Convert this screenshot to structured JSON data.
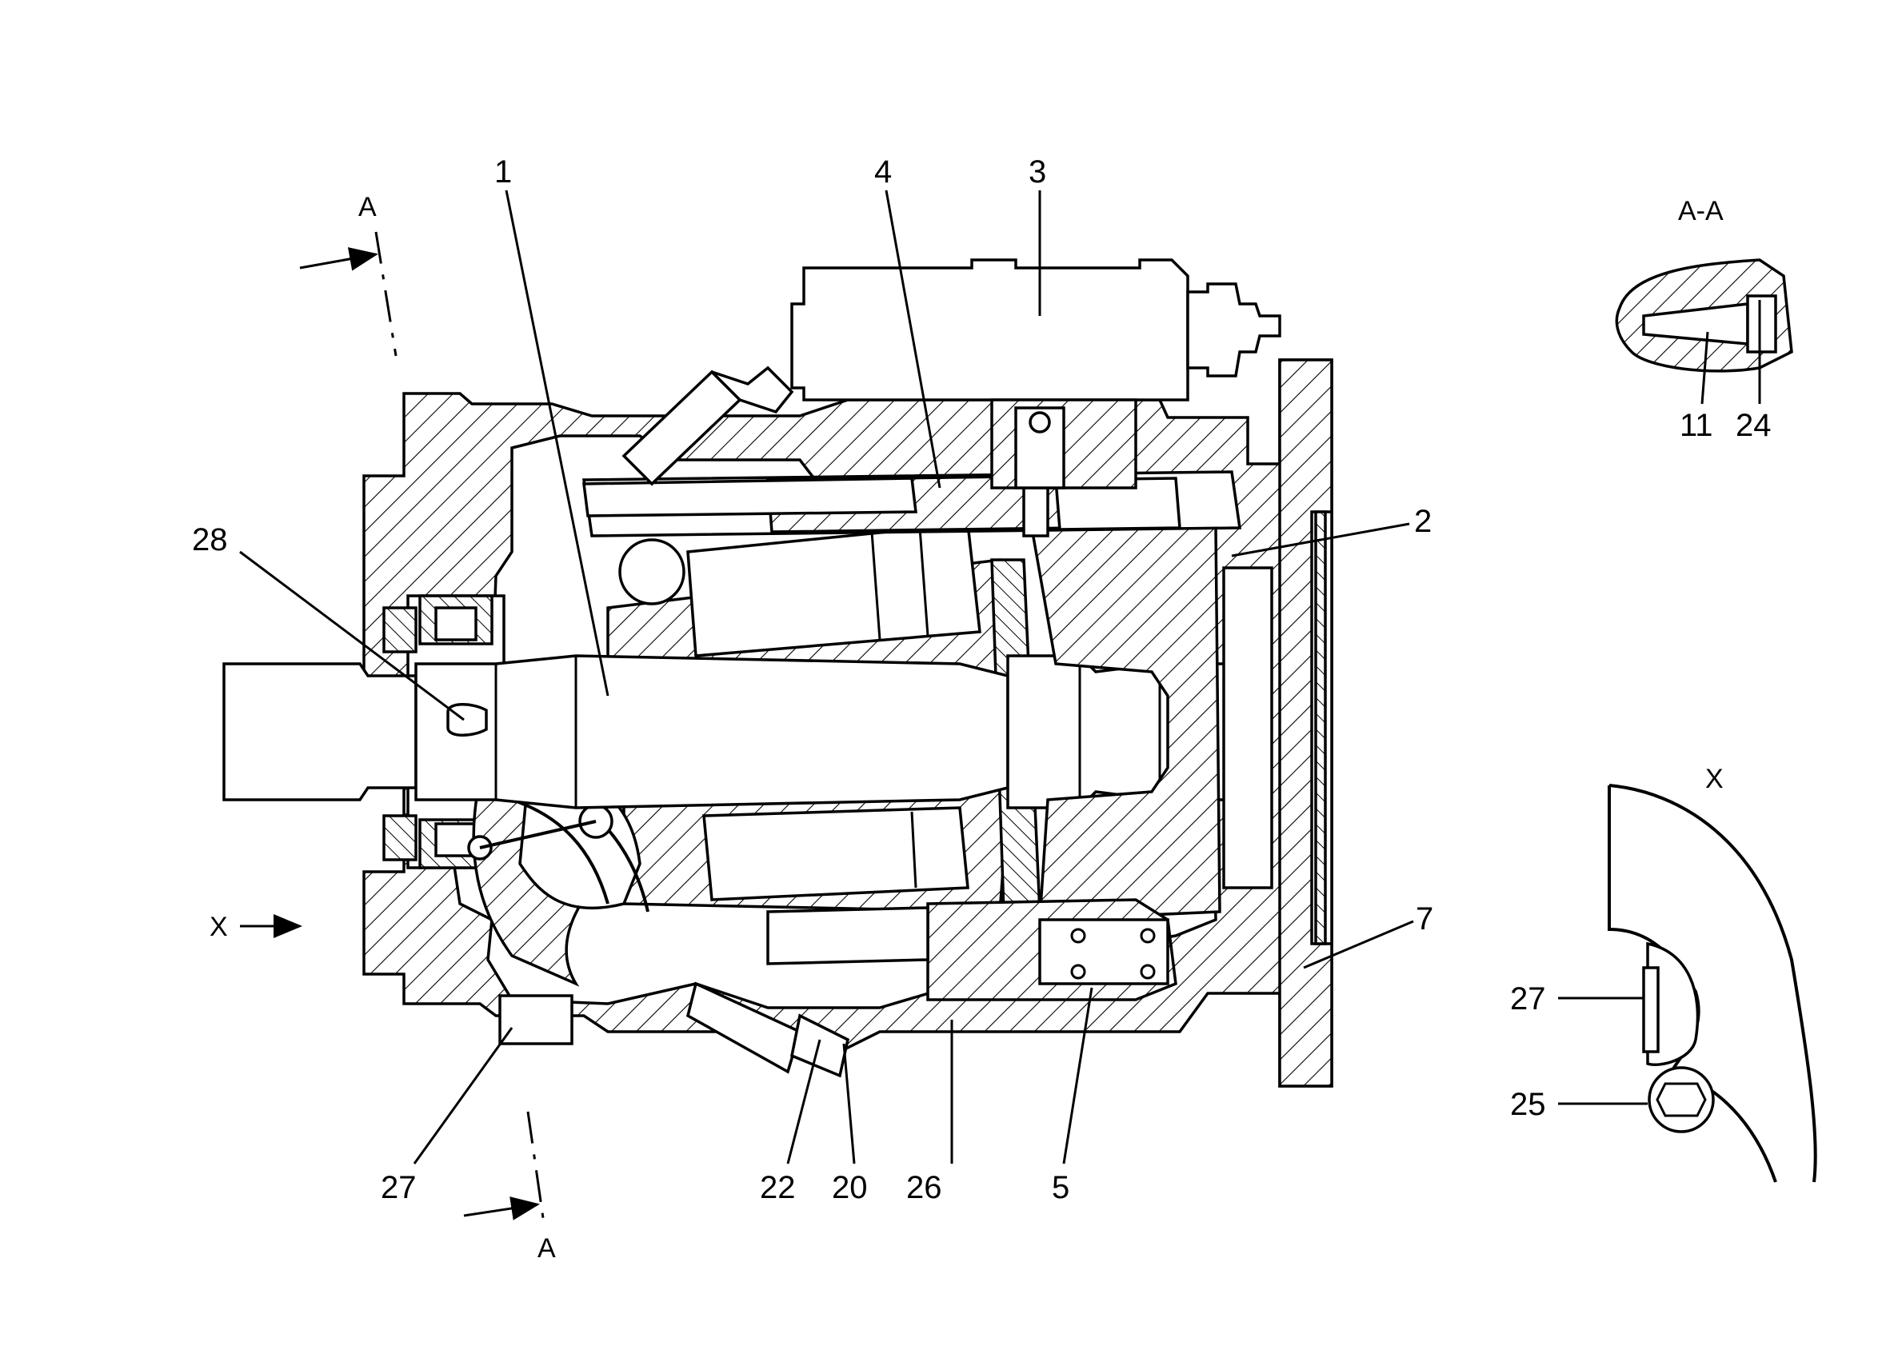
{
  "labels": {
    "l1": "1",
    "l2": "2",
    "l3": "3",
    "l4": "4",
    "l5": "5",
    "l7": "7",
    "l11": "11",
    "l20": "20",
    "l22": "22",
    "l24": "24",
    "l25": "25",
    "l26": "26",
    "l27a": "27",
    "l27b": "27",
    "l28": "28"
  },
  "section_marks": {
    "a_top": "A",
    "a_bottom": "A",
    "x_arrow": "X",
    "view_aa": "A-A",
    "view_x": "X"
  }
}
